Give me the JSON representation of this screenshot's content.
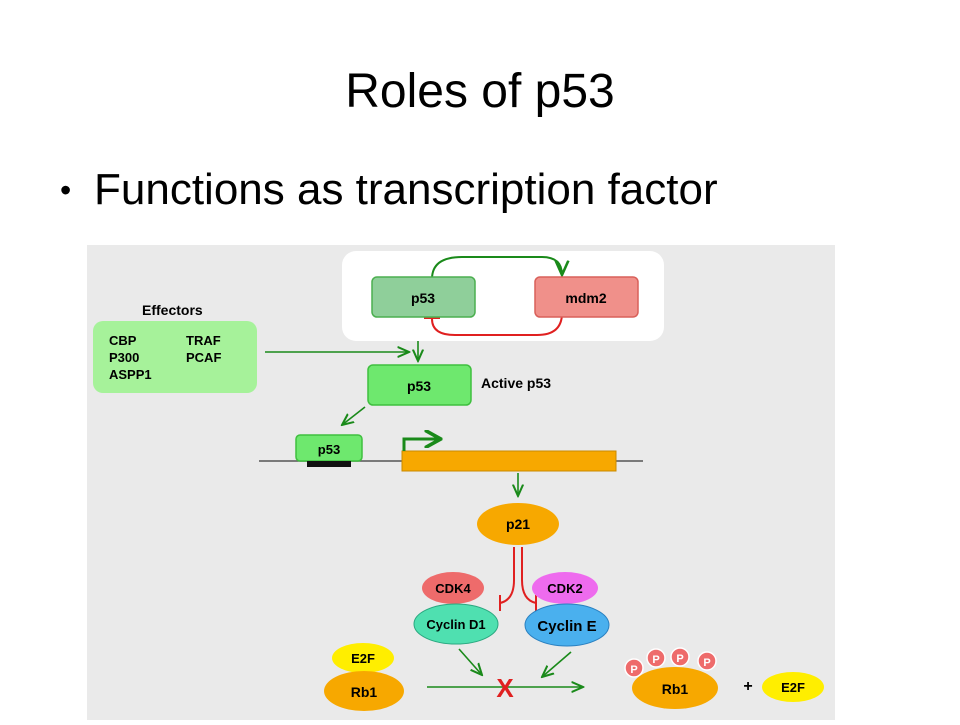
{
  "slide": {
    "title": "Roles of p53",
    "bullet": "Functions as transcription factor"
  },
  "colors": {
    "background": "#eaeaea",
    "activate_arrow": "#1a8a1a",
    "inhibit_line": "#e02020",
    "p53_box": "#8fcf9a",
    "mdm2_box": "#f0908a",
    "effectors_box": "#a6f29a",
    "active_p53_box": "#6ee86e",
    "gene_bar": "#f7a800",
    "p21": "#f7a800",
    "cdk4": "#ee6b6b",
    "cdk2": "#ee6bee",
    "cyclin_d1": "#4fe0b0",
    "cyclin_e": "#4ab0ee",
    "e2f": "#ffee00",
    "rb1": "#f7a800",
    "phosphate": "#ee6b6b"
  },
  "diagram": {
    "feedback_loop": {
      "p53_label": "p53",
      "mdm2_label": "mdm2"
    },
    "effectors": {
      "title": "Effectors",
      "items": [
        "CBP",
        "TRAF",
        "P300",
        "PCAF",
        "ASPP1"
      ]
    },
    "active_p53": {
      "box_label": "p53",
      "caption": "Active p53"
    },
    "dna_binding": {
      "label": "p53"
    },
    "p21": "p21",
    "cdk4": "CDK4",
    "cyclin_d1": "Cyclin D1",
    "cdk2": "CDK2",
    "cyclin_e": "Cyclin E",
    "e2f_left": "E2F",
    "rb1_left": "Rb1",
    "block_mark": "X",
    "phosphates": [
      "P",
      "P",
      "P",
      "P"
    ],
    "rb1_right": "Rb1",
    "plus": "+",
    "e2f_right": "E2F"
  }
}
